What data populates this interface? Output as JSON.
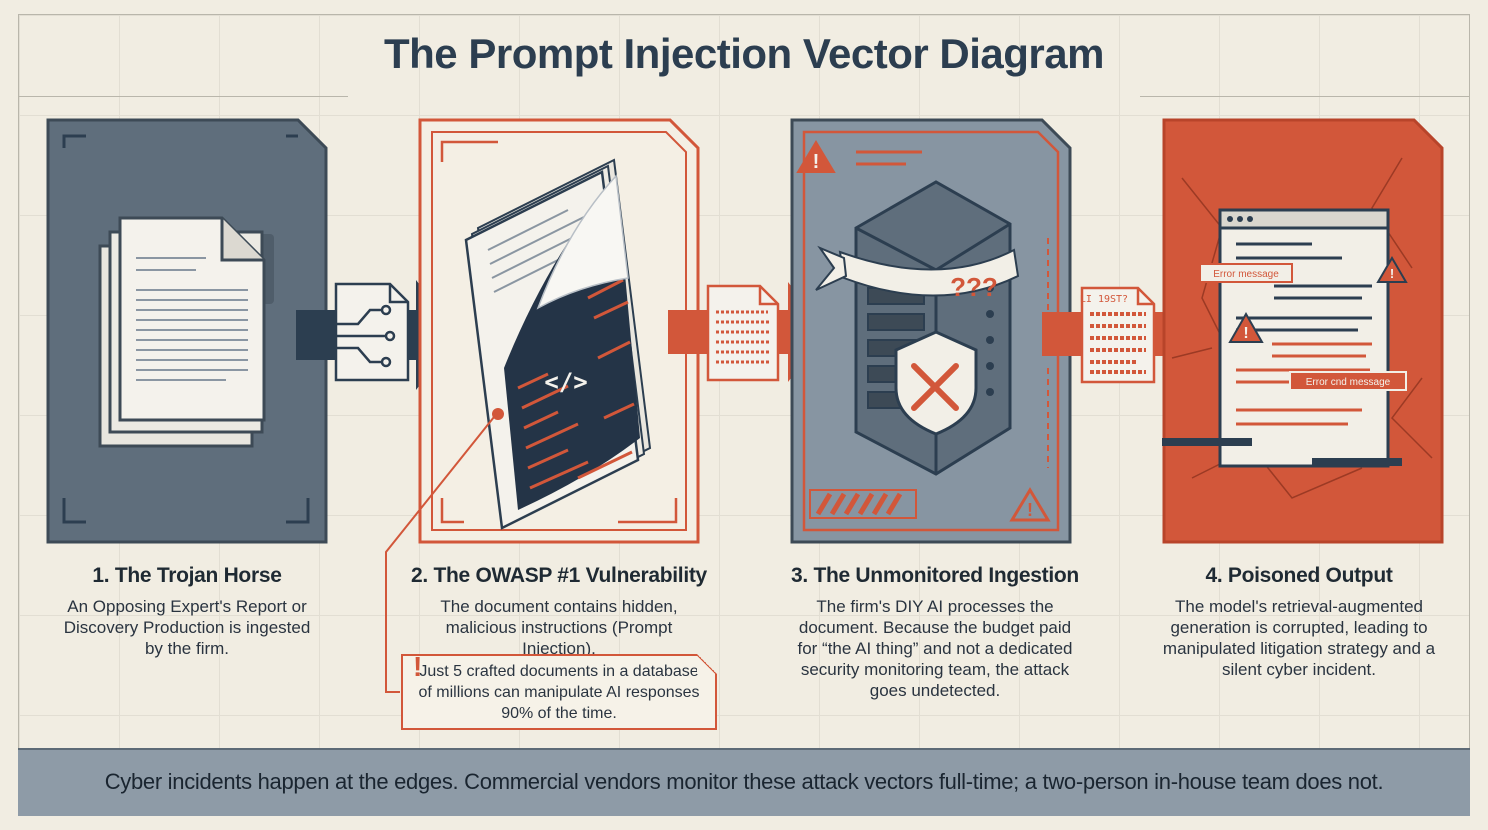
{
  "title": "The Prompt Injection Vector Diagram",
  "colors": {
    "slate": "#5f6e7c",
    "navy": "#2c3e50",
    "accent_orange": "#d2573a",
    "paper": "#f1ede2",
    "footer_bg": "#8e9ba7"
  },
  "steps": [
    {
      "heading": "1. The Trojan Horse",
      "body": "An Opposing Expert's Report or Discovery Production is ingested by the firm.",
      "icon": "document-stack-icon"
    },
    {
      "heading": "2. The OWASP #1 Vulnerability",
      "body": "The document contains hidden, malicious instructions (Prompt Injection).",
      "icon": "peeled-document-code-icon",
      "code_glyph": "</>",
      "callout": "Just 5 crafted documents in a database of millions can manipulate AI responses 90% of the time."
    },
    {
      "heading": "3. The Unmonitored Ingestion",
      "body": "The firm's DIY AI processes the document. Because the budget paid for “the AI thing” and not a dedicated security monitoring team, the attack goes undetected.",
      "icon": "blindfolded-server-icon",
      "question_marks": "???"
    },
    {
      "heading": "4. Poisoned Output",
      "body": "The model's retrieval-augmented generation is corrupted, leading to manipulated litigation strategy and a silent cyber incident.",
      "icon": "corrupted-window-icon",
      "error_label_1": "Error message",
      "error_label_2": "Error cnd message"
    }
  ],
  "connector_label": "LI 19ST?",
  "footer": "Cyber incidents happen at the edges. Commercial vendors monitor these attack vectors full-time; a two-person in-house team does not."
}
